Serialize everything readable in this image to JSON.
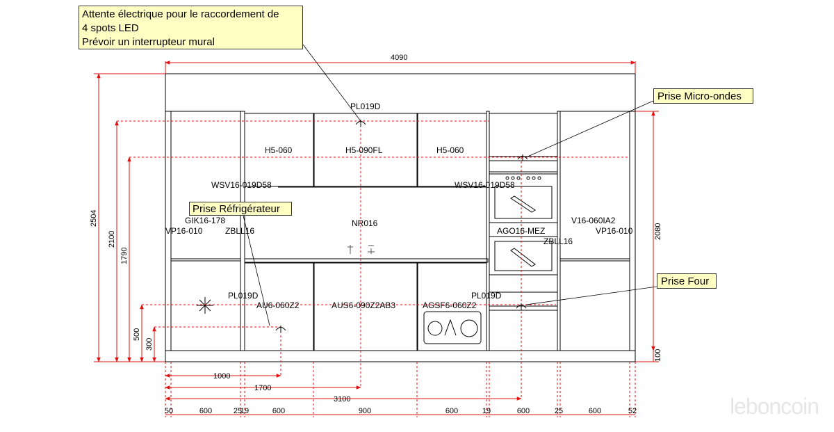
{
  "notes": {
    "electrical": [
      "Attente électrique pour le raccordement de",
      "4 spots LED",
      "Prévoir un interrupteur mural"
    ],
    "microwave": "Prise Micro-ondes",
    "fridge": "Prise Réfrigérateur",
    "oven": "Prise Four"
  },
  "labels": {
    "pl019d": "PL019D",
    "h5_060": "H5-060",
    "h5_090fl": "H5-090FL",
    "wsv16": "WSV16-019D58",
    "gik": "GIK16-178",
    "vp16": "VP16-010",
    "zbll": "ZBLL16",
    "nr016": "NR016",
    "ago": "AGO16-MEZ",
    "v16": "V16-060IA2",
    "au6": "AU6-060Z2",
    "aus6": "AUS6-090Z2AB3",
    "agsf6": "AGSF6-060Z2"
  },
  "dimensions": {
    "total_width": "4090",
    "total_height": "2504",
    "h2100": "2100",
    "h1790": "1790",
    "h500": "500",
    "h300": "300",
    "h2080": "2080",
    "h100": "100",
    "d1000": "1000",
    "d1700": "1700",
    "d3100": "3100",
    "bottom": [
      "50",
      "600",
      "25",
      "19",
      "600",
      "900",
      "600",
      "19",
      "600",
      "25",
      "600",
      "52"
    ]
  },
  "watermark": "leboncoin",
  "colors": {
    "dimension": "#e01010",
    "note_bg": "#ffffc4",
    "line": "#000000"
  }
}
